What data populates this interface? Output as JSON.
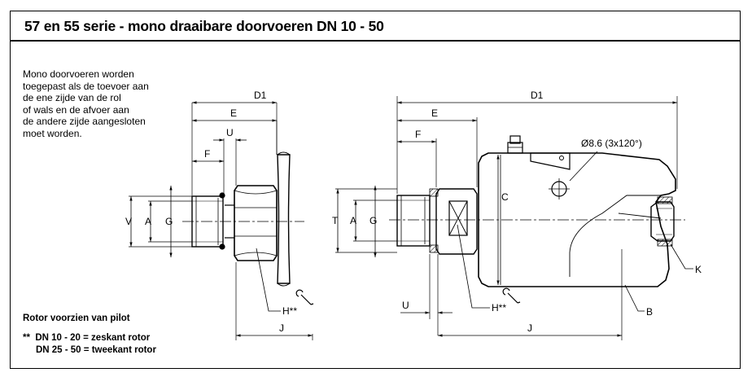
{
  "title": "57 en 55 serie - mono draaibare doorvoeren DN 10 - 50",
  "description": [
    "Mono doorvoeren worden",
    "toegepast als de toevoer aan",
    "de ene zijde van de rol",
    "of wals en de afvoer aan",
    "de andere zijde aangesloten",
    "moet worden."
  ],
  "rotor_note": "Rotor voorzien van pilot",
  "footnotes": [
    "**  DN 10 - 20 = zeskant rotor",
    "     DN 25 - 50 = tweekant rotor"
  ],
  "left_view": {
    "dims": {
      "d1": "D1",
      "e": "E",
      "u": "U",
      "f": "F",
      "v": "V",
      "a": "A",
      "g": "G",
      "h": "H**",
      "j": "J"
    }
  },
  "right_view": {
    "dims": {
      "d1": "D1",
      "e": "E",
      "f": "F",
      "t": "T",
      "a": "A",
      "g": "G",
      "c": "C",
      "hole": "Ø8.6 (3x120°)",
      "u": "U",
      "h": "H**",
      "j": "J",
      "b": "B",
      "k": "K"
    }
  }
}
